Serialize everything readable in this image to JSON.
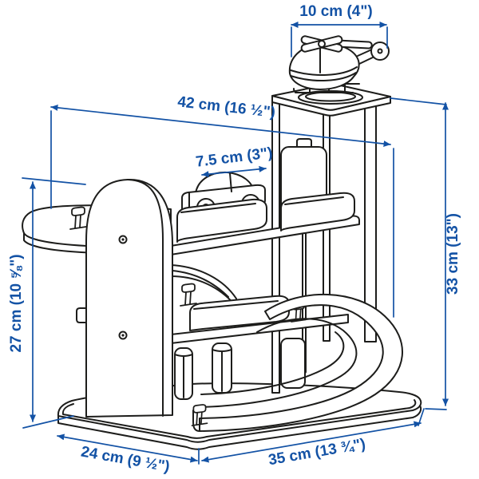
{
  "colors": {
    "annotation": "#1352a5",
    "line": "#1d1d1b",
    "background": "#ffffff"
  },
  "dimensions": {
    "rotor_width": "10 cm (4\")",
    "overall_width": "42 cm (16 ½\")",
    "car_length": "7.5 cm (3\")",
    "overall_height": "33 cm (13\")",
    "garage_height": "27 cm (10 ⅝\")",
    "base_depth": "24 cm (9 ½\")",
    "base_width": "35 cm (13 ¾\")"
  }
}
